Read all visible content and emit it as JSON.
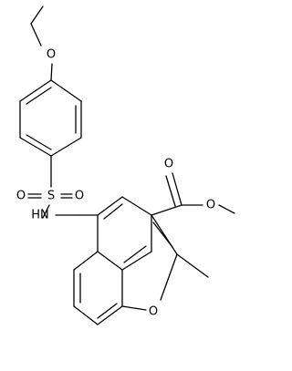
{
  "molecule": {
    "atoms": {
      "o_ether": "O",
      "s_sulfonyl": "S",
      "o_sulfonyl_1": "O",
      "o_sulfonyl_2": "O",
      "nh": "HN",
      "o_carbonyl": "O",
      "o_ester": "O",
      "o_furan": "O"
    }
  }
}
